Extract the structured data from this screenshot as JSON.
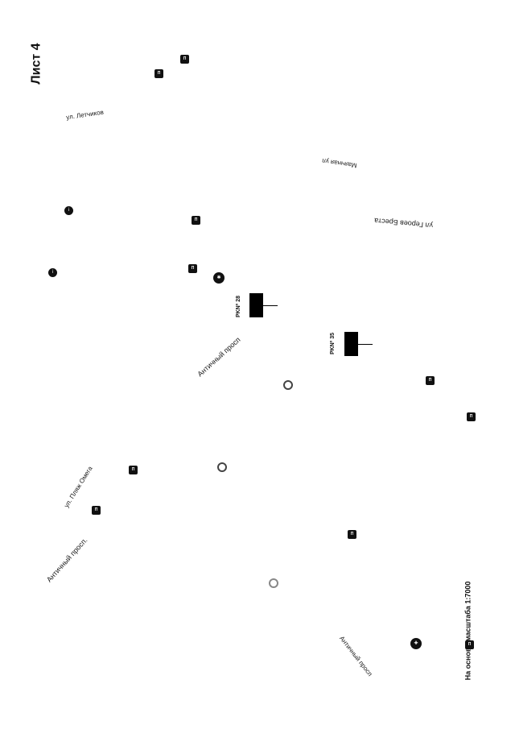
{
  "sheet": {
    "title": "Лист 4"
  },
  "scale_note": "На основе масштаба 1:7000",
  "streets": {
    "letchikov": "ул. Летчиков",
    "mayachnaya": "Маячная ул",
    "geroev_bresta": "ул Героев Бреста",
    "antichny_1": "Античный просп",
    "antichny_2": "Античный просп.",
    "plyazh_omega": "ул. Пляж Омега",
    "antichny_3": "Античный просп"
  },
  "checkpoints": {
    "pk28": "PKNº 28",
    "pk35": "PKNº 35"
  },
  "icons": {
    "bus_stop": "bus-stop-icon",
    "info": "info-icon",
    "sight": "sight-icon"
  }
}
